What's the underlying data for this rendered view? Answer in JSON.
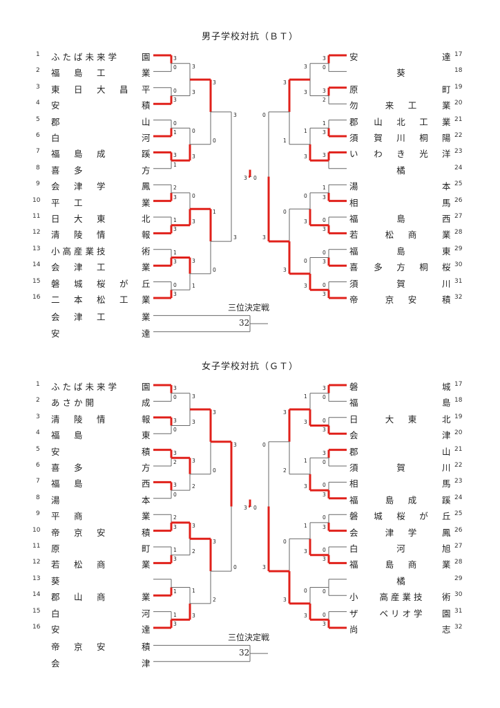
{
  "boys": {
    "title": "男子学校対抗（ＢＴ）",
    "left": [
      {
        "num": "1",
        "name": "ふたば未来学",
        "last": "園"
      },
      {
        "num": "2",
        "name": "福　島　工",
        "last": "業"
      },
      {
        "num": "3",
        "name": "東　日　大　昌",
        "last": "平"
      },
      {
        "num": "4",
        "name": "安",
        "last": "積"
      },
      {
        "num": "5",
        "name": "郡",
        "last": "山"
      },
      {
        "num": "6",
        "name": "白",
        "last": "河"
      },
      {
        "num": "7",
        "name": "福　島　成",
        "last": "蹊"
      },
      {
        "num": "8",
        "name": "喜　多",
        "last": "方"
      },
      {
        "num": "9",
        "name": "会　津　学",
        "last": "鳳"
      },
      {
        "num": "10",
        "name": "平　工",
        "last": "業"
      },
      {
        "num": "11",
        "name": "日　大　東",
        "last": "北"
      },
      {
        "num": "12",
        "name": "清　陵　情",
        "last": "報"
      },
      {
        "num": "13",
        "name": "小高産業技",
        "last": "術"
      },
      {
        "num": "14",
        "name": "会　津　工",
        "last": "業"
      },
      {
        "num": "15",
        "name": "磐　城　桜　が",
        "last": "丘"
      },
      {
        "num": "16",
        "name": "二　本　松　工",
        "last": "業"
      }
    ],
    "right": [
      {
        "num": "17",
        "first": "安",
        "name": "",
        "last": "達"
      },
      {
        "num": "18",
        "first": "",
        "name": "葵",
        "last": ""
      },
      {
        "num": "19",
        "first": "原",
        "name": "",
        "last": "町"
      },
      {
        "num": "20",
        "first": "勿",
        "name": "来　工",
        "last": "業"
      },
      {
        "num": "21",
        "first": "郡",
        "name": "山　北　工",
        "last": "業"
      },
      {
        "num": "22",
        "first": "須",
        "name": "賀　川　桐",
        "last": "陽"
      },
      {
        "num": "23",
        "first": "い",
        "name": "わ　き　光",
        "last": "洋"
      },
      {
        "num": "24",
        "first": "",
        "name": "橘",
        "last": ""
      },
      {
        "num": "25",
        "first": "湯",
        "name": "",
        "last": "本"
      },
      {
        "num": "26",
        "first": "相",
        "name": "",
        "last": "馬"
      },
      {
        "num": "27",
        "first": "福",
        "name": "島",
        "last": "西"
      },
      {
        "num": "28",
        "first": "若",
        "name": "松　商",
        "last": "業"
      },
      {
        "num": "29",
        "first": "福",
        "name": "島",
        "last": "東"
      },
      {
        "num": "30",
        "first": "喜",
        "name": "多　方　桐",
        "last": "桜"
      },
      {
        "num": "31",
        "first": "須",
        "name": "賀",
        "last": "川"
      },
      {
        "num": "32",
        "first": "帝",
        "name": "京　安",
        "last": "積"
      }
    ],
    "r1_scores_left": [
      "3",
      "0",
      "0",
      "3",
      "0",
      "1",
      "3",
      "1",
      "2",
      "3",
      "1",
      "3",
      "1",
      "3",
      "0",
      "3"
    ],
    "r2_scores_left": [
      "3",
      "3",
      "0",
      "3",
      "0",
      "3",
      "3",
      "1"
    ],
    "r3_scores_left": [
      "3",
      "0",
      "1",
      "0"
    ],
    "r4_scores_left": [
      "3",
      "3"
    ],
    "r1_scores_right": [
      "3",
      "0",
      "3",
      "2",
      "1",
      "3",
      "3",
      "",
      "1",
      "3",
      "0",
      "3",
      "0",
      "3",
      "0",
      "3"
    ],
    "r2_scores_right": [
      "3",
      "3",
      "1",
      "3",
      "0",
      "3",
      "0",
      "3"
    ],
    "r3_scores_right": [
      "3",
      "1",
      "0",
      "3"
    ],
    "r4_scores_right": [
      "0",
      "3"
    ],
    "final": {
      "left": "3",
      "right": "0"
    },
    "third_place": {
      "label": "三位決定戦",
      "team1": {
        "name": "会　津　工",
        "last": "業"
      },
      "team2": {
        "name": "安",
        "last": "達"
      },
      "score": "32"
    }
  },
  "girls": {
    "title": "女子学校対抗（ＧＴ）",
    "left": [
      {
        "num": "1",
        "name": "ふたば未来学",
        "last": "園"
      },
      {
        "num": "2",
        "name": "あさか開",
        "last": "成"
      },
      {
        "num": "3",
        "name": "清　陵　情",
        "last": "報"
      },
      {
        "num": "4",
        "name": "福　島",
        "last": "東"
      },
      {
        "num": "5",
        "name": "安",
        "last": "積"
      },
      {
        "num": "6",
        "name": "喜　多",
        "last": "方"
      },
      {
        "num": "7",
        "name": "福　島",
        "last": "西"
      },
      {
        "num": "8",
        "name": "湯",
        "last": "本"
      },
      {
        "num": "9",
        "name": "平　商",
        "last": "業"
      },
      {
        "num": "10",
        "name": "帝　京　安",
        "last": "積"
      },
      {
        "num": "11",
        "name": "原",
        "last": "町"
      },
      {
        "num": "12",
        "name": "若　松　商",
        "last": "業"
      },
      {
        "num": "13",
        "name": "葵",
        "last": ""
      },
      {
        "num": "14",
        "name": "郡　山　商",
        "last": "業"
      },
      {
        "num": "15",
        "name": "白",
        "last": "河"
      },
      {
        "num": "16",
        "name": "安",
        "last": "達"
      }
    ],
    "right": [
      {
        "num": "17",
        "first": "磐",
        "name": "",
        "last": "城"
      },
      {
        "num": "18",
        "first": "福",
        "name": "",
        "last": "島"
      },
      {
        "num": "19",
        "first": "日",
        "name": "大　東",
        "last": "北"
      },
      {
        "num": "20",
        "first": "会",
        "name": "",
        "last": "津"
      },
      {
        "num": "21",
        "first": "郡",
        "name": "",
        "last": "山"
      },
      {
        "num": "22",
        "first": "須",
        "name": "賀",
        "last": "川"
      },
      {
        "num": "23",
        "first": "相",
        "name": "",
        "last": "馬"
      },
      {
        "num": "24",
        "first": "福",
        "name": "島　成",
        "last": "蹊"
      },
      {
        "num": "25",
        "first": "磐",
        "name": "城　桜　が",
        "last": "丘"
      },
      {
        "num": "26",
        "first": "会",
        "name": "津　学",
        "last": "鳳"
      },
      {
        "num": "27",
        "first": "白",
        "name": "河",
        "last": "旭"
      },
      {
        "num": "28",
        "first": "福",
        "name": "島　商",
        "last": "業"
      },
      {
        "num": "29",
        "first": "",
        "name": "橘",
        "last": ""
      },
      {
        "num": "30",
        "first": "小",
        "name": "高産業技",
        "last": "術"
      },
      {
        "num": "31",
        "first": "ザ",
        "name": "ベリオ学",
        "last": "園"
      },
      {
        "num": "32",
        "first": "尚",
        "name": "",
        "last": "志"
      }
    ],
    "r1_scores_left": [
      "3",
      "0",
      "3",
      "0",
      "3",
      "2",
      "3",
      "0",
      "2",
      "3",
      "1",
      "3",
      "",
      "1",
      "1",
      "3"
    ],
    "r2_scores_left": [
      "3",
      "3",
      "3",
      "2",
      "3",
      "2",
      "1",
      "3"
    ],
    "r3_scores_left": [
      "3",
      "0",
      "3",
      "2"
    ],
    "r4_scores_left": [
      "3",
      "0"
    ],
    "r1_scores_right": [
      "3",
      "0",
      "0",
      "3",
      "3",
      "0",
      "0",
      "3",
      "0",
      "3",
      "0",
      "3",
      "",
      "0",
      "0",
      "3"
    ],
    "r2_scores_right": [
      "1",
      "3",
      "1",
      "3",
      "1",
      "3",
      "0",
      "3"
    ],
    "r3_scores_right": [
      "3",
      "2",
      "0",
      "3"
    ],
    "r4_scores_right": [
      "0",
      "3"
    ],
    "final": {
      "left": "3",
      "right": "0"
    },
    "third_place": {
      "label": "三位決定戦",
      "team1": {
        "name": "帝　京　安",
        "last": "積"
      },
      "team2": {
        "name": "会",
        "last": "津"
      },
      "score": "32"
    }
  }
}
